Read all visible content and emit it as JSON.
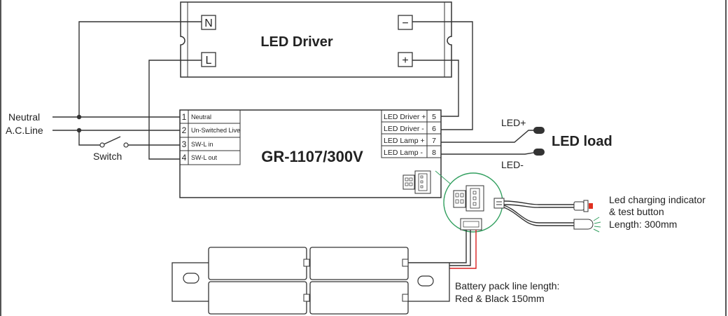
{
  "driver": {
    "title": "LED Driver",
    "terminals": {
      "n": "N",
      "l": "L",
      "minus": "−",
      "plus": "+"
    }
  },
  "module": {
    "model": "GR-1107/300V",
    "left_terminals": [
      {
        "num": "1",
        "label": "Neutral"
      },
      {
        "num": "2",
        "label": "Un-Switched Live"
      },
      {
        "num": "3",
        "label": "SW-L  in"
      },
      {
        "num": "4",
        "label": "SW-L  out"
      }
    ],
    "right_terminals": [
      {
        "label": "LED Driver +",
        "num": "5"
      },
      {
        "label": "LED Driver -",
        "num": "6"
      },
      {
        "label": "LED Lamp +",
        "num": "7"
      },
      {
        "label": "LED Lamp -",
        "num": "8"
      }
    ]
  },
  "inputs": {
    "neutral": "Neutral",
    "acline": "A.C.Line",
    "switch": "Switch"
  },
  "load": {
    "title": "LED load",
    "plus": "LED+",
    "minus": "LED-"
  },
  "indicator": {
    "line1": "Led charging indicator",
    "line2": "& test button",
    "line3": "Length: 300mm"
  },
  "battery": {
    "line1": "Battery pack line length:",
    "line2": "Red & Black   150mm"
  },
  "colors": {
    "wire": "#333333",
    "red": "#d92020",
    "zoom": "#33a060",
    "led_red": "#e03020",
    "led_green": "#33a060"
  }
}
